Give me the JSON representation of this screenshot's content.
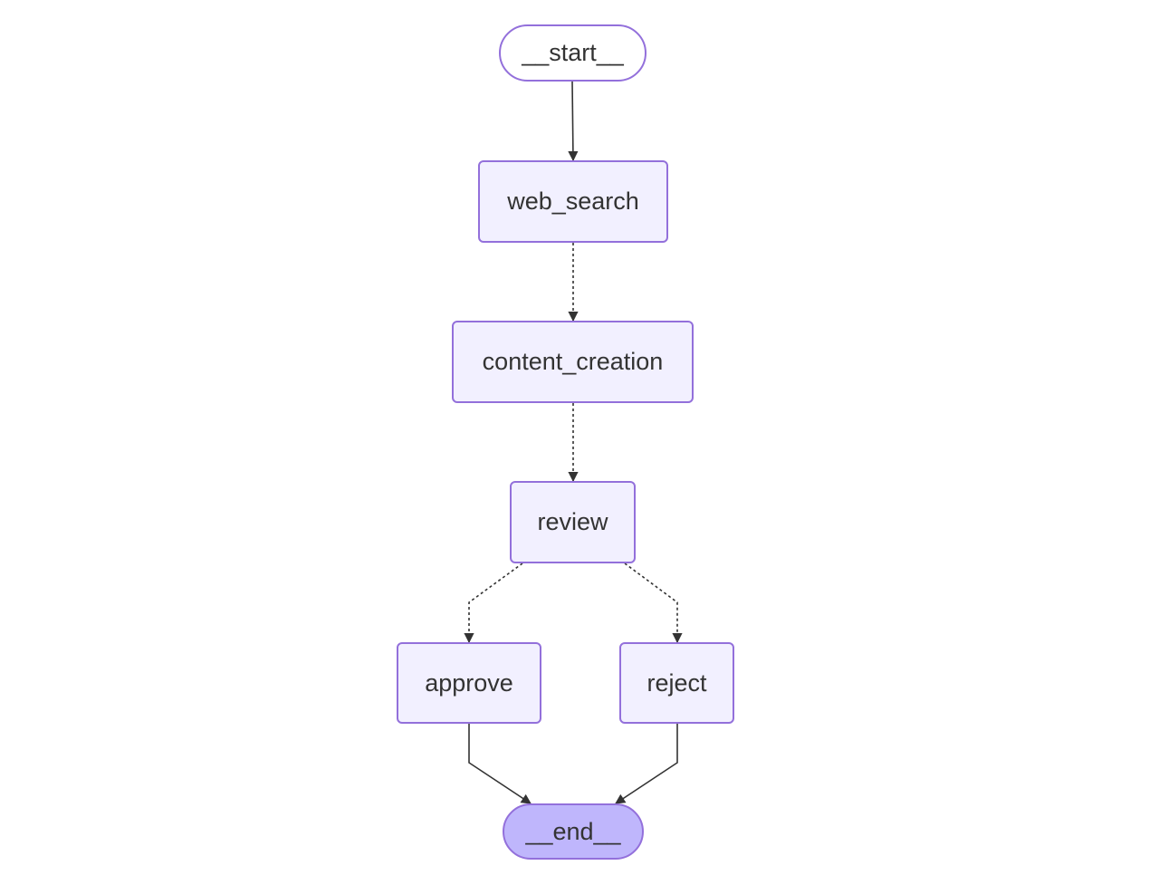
{
  "colors": {
    "node_fill": "#f2f0ff",
    "node_border": "#9370db",
    "start_fill": "#ffffff",
    "end_fill": "#bfb6fc",
    "edge": "#333333",
    "text": "#333333"
  },
  "nodes": {
    "start": {
      "label": "__start__"
    },
    "web_search": {
      "label": "web_search"
    },
    "content_creation": {
      "label": "content_creation"
    },
    "review": {
      "label": "review"
    },
    "approve": {
      "label": "approve"
    },
    "reject": {
      "label": "reject"
    },
    "end": {
      "label": "__end__"
    }
  },
  "edges": [
    {
      "from": "start",
      "to": "web_search",
      "style": "solid"
    },
    {
      "from": "web_search",
      "to": "content_creation",
      "style": "dotted"
    },
    {
      "from": "content_creation",
      "to": "review",
      "style": "dotted"
    },
    {
      "from": "review",
      "to": "approve",
      "style": "dotted"
    },
    {
      "from": "review",
      "to": "reject",
      "style": "dotted"
    },
    {
      "from": "approve",
      "to": "end",
      "style": "solid"
    },
    {
      "from": "reject",
      "to": "end",
      "style": "solid"
    }
  ]
}
